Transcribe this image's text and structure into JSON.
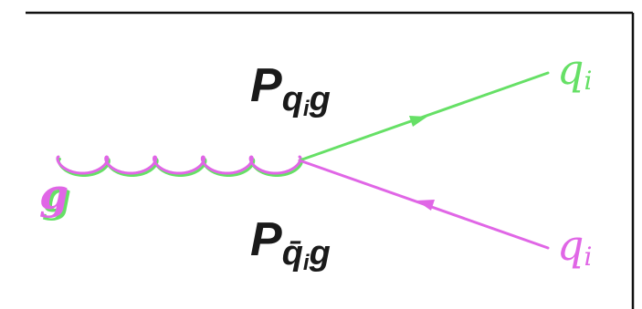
{
  "diagram": {
    "labels": {
      "splitting_top": {
        "main": "P",
        "sub1": "q",
        "sub2": "i",
        "sub3": "g"
      },
      "splitting_bottom": {
        "main": "P",
        "sub1": "q̄",
        "sub2": "i",
        "sub3": "g"
      },
      "gluon": "g",
      "quark_out": {
        "main": "q",
        "sub": "i"
      },
      "antiquark_out": {
        "main": "q",
        "sub": "i"
      }
    },
    "colors": {
      "green": "#66e066",
      "magenta": "#e066e6",
      "frame": "#111111",
      "text": "#1a1a1a"
    }
  }
}
